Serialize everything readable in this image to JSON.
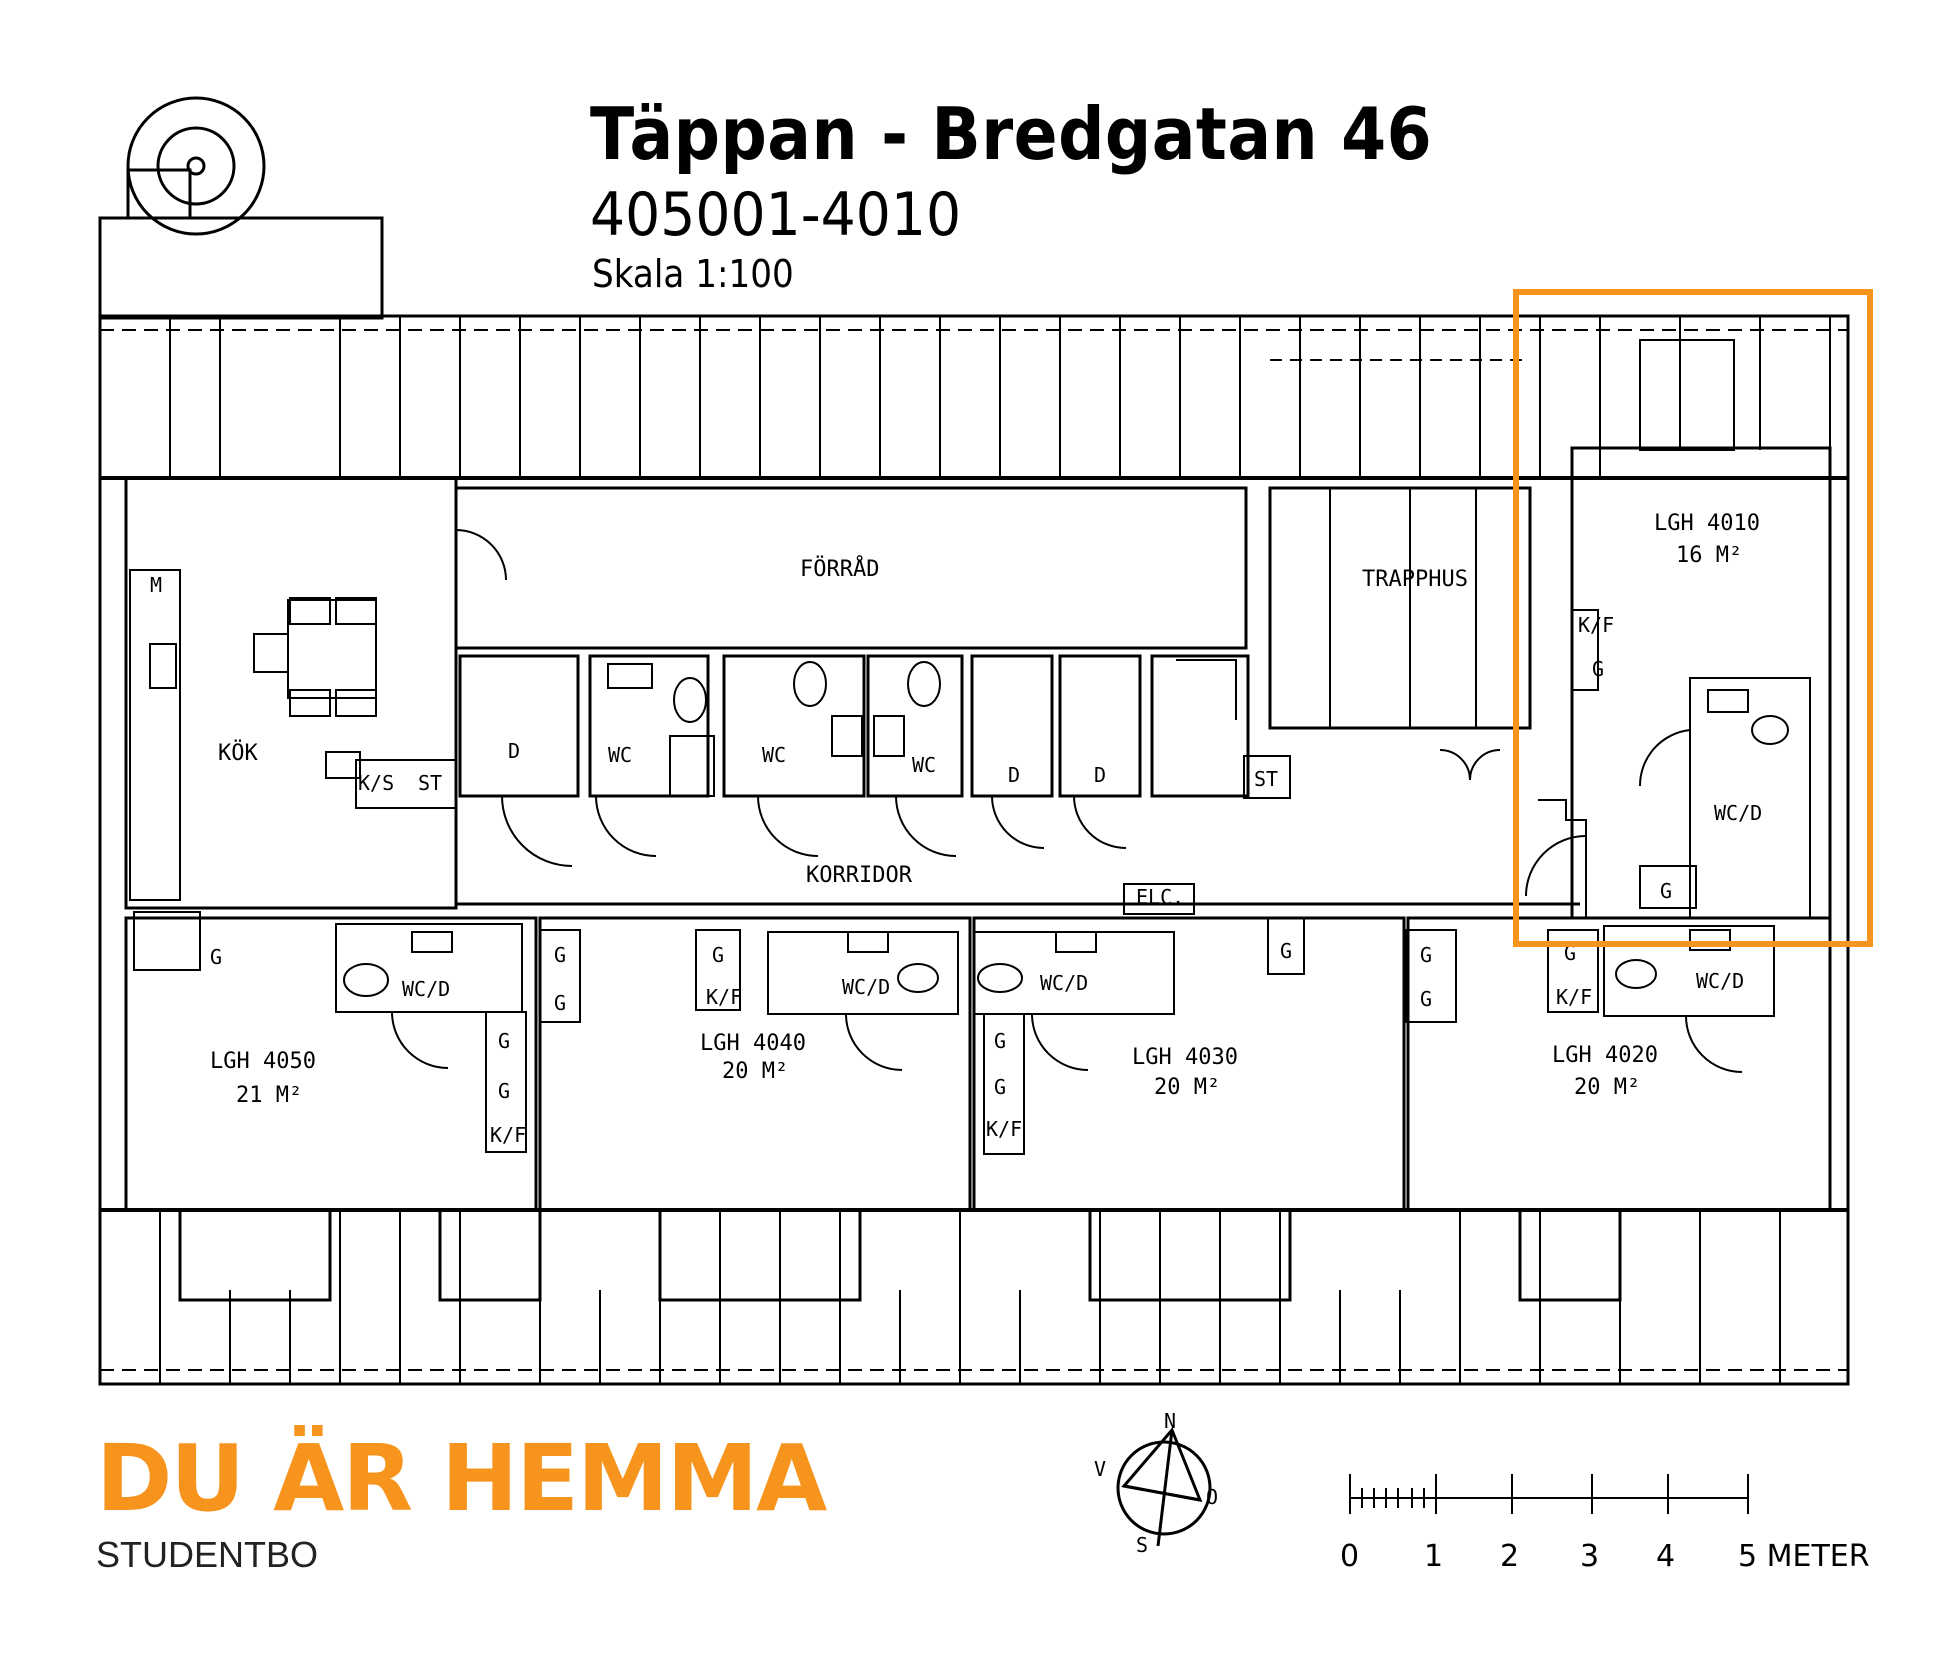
{
  "header": {
    "title": "Täppan - Bredgatan 46",
    "code": "405001-4010",
    "scale": "Skala 1:100"
  },
  "brand": {
    "name": "DU ÄR HEMMA",
    "sub": "STUDENTBO",
    "color": "#f7941d"
  },
  "highlight_color": "#f7941d",
  "rooms": {
    "forrad": "FÖRRÅD",
    "trapphus": "TRAPPHUS",
    "kok": "KÖK",
    "korridor": "KORRIDOR",
    "lgh4010": "LGH 4010",
    "lgh4010_area": "16 M²",
    "lgh4050": "LGH 4050",
    "lgh4050_area": "21 M²",
    "lgh4040": "LGH 4040",
    "lgh4040_area": "20 M²",
    "lgh4030": "LGH 4030",
    "lgh4030_area": "20 M²",
    "lgh4020": "LGH 4020",
    "lgh4020_area": "20 M²"
  },
  "fixtures": {
    "m": "M",
    "ks": "K/S",
    "st": "ST",
    "d": "D",
    "wc": "WC",
    "wcd": "WC/D",
    "g": "G",
    "kf": "K/F",
    "elc": "ELC."
  },
  "compass": {
    "n": "N",
    "v": "V",
    "o": "O",
    "s": "S"
  },
  "scale_bar": {
    "ticks": [
      "0",
      "1",
      "2",
      "3",
      "4",
      "5 METER"
    ]
  }
}
